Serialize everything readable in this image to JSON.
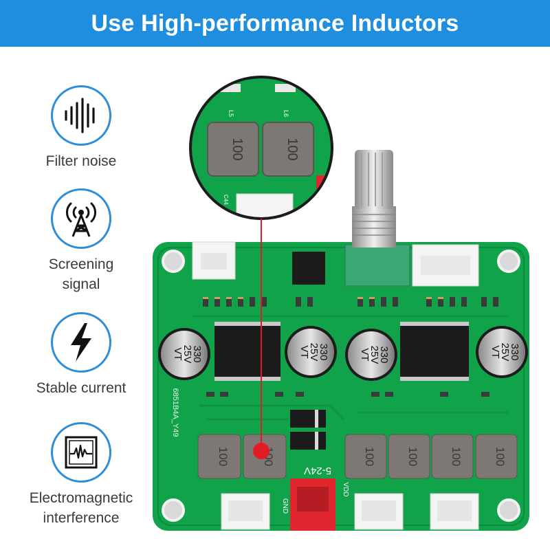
{
  "header": {
    "title": "Use High-performance Inductors"
  },
  "features": [
    {
      "icon": "sound-wave-icon",
      "label_lines": [
        "Filter noise"
      ]
    },
    {
      "icon": "signal-tower-icon",
      "label_lines": [
        "Screening",
        "signal"
      ]
    },
    {
      "icon": "lightning-bolt-icon",
      "label_lines": [
        "Stable current"
      ]
    },
    {
      "icon": "oscilloscope-icon",
      "label_lines": [
        "Electromagnetic",
        "interference"
      ]
    }
  ],
  "board": {
    "inductor_marking": "100",
    "capacitor_value": "330",
    "capacitor_voltage": "25V",
    "capacitor_series": "VT",
    "voltage_label": "5-24V",
    "gnd_label": "GND",
    "vdd_label": "VDD",
    "model_label": "6851B4A_Y49",
    "zoom_labels": [
      "L5",
      "L6",
      "C44"
    ]
  },
  "colors": {
    "banner": "#1f8ede",
    "icon_ring": "#2e8ed8",
    "pcb": "#10a34a",
    "inductor": "#7e7874",
    "pointer": "#e01b24"
  }
}
